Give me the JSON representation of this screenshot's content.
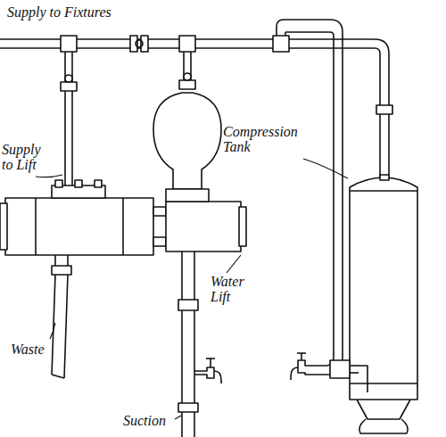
{
  "diagram": {
    "labels": [
      "Supply to Fixtures",
      "Supply to Lift",
      "Compression Tank",
      "Water Lift",
      "Waste",
      "Suction"
    ]
  }
}
